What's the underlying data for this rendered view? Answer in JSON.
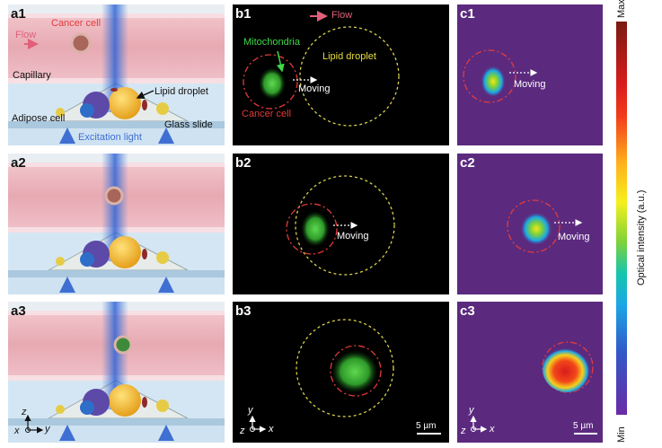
{
  "colors": {
    "pink_flow": "#e0607a",
    "cell_red": "#e33b3b",
    "lipid_yellow": "#d9d24a",
    "mito_green": "#3fb24a",
    "excitation_blue": "#4a7bd6",
    "heatmap_bg": "#5b2a7e"
  },
  "column_a": {
    "panels": [
      {
        "label": "a1",
        "cancer_cell": "Cancer cell",
        "flow": "Flow",
        "capillary": "Capillary",
        "lipid_droplet": "Lipid droplet",
        "adipose_cell": "Adipose  cell",
        "glass_slide": "Glass slide",
        "excitation_light": "Excitation light"
      },
      {
        "label": "a2"
      },
      {
        "label": "a3",
        "axis_z": "z",
        "axis_x": "x",
        "axis_y": "y"
      }
    ]
  },
  "column_b": {
    "panels": [
      {
        "label": "b1",
        "flow": "Flow",
        "mitochondria": "Mitochondria",
        "lipid_droplet": "Lipid droplet",
        "moving": "Moving",
        "cancer_cell": "Cancer cell"
      },
      {
        "label": "b2",
        "moving": "Moving"
      },
      {
        "label": "b3",
        "axis_y": "y",
        "axis_z": "z",
        "axis_x": "x",
        "scale_bar": "5 µm"
      }
    ]
  },
  "column_c": {
    "panels": [
      {
        "label": "c1",
        "moving": "Moving"
      },
      {
        "label": "c2",
        "moving": "Moving"
      },
      {
        "label": "c3",
        "axis_y": "y",
        "axis_z": "z",
        "axis_x": "x",
        "scale_bar": "5 µm"
      }
    ]
  },
  "colorbar": {
    "max": "Max",
    "min": "Min",
    "label": "Optical intensity (a.u.)"
  }
}
